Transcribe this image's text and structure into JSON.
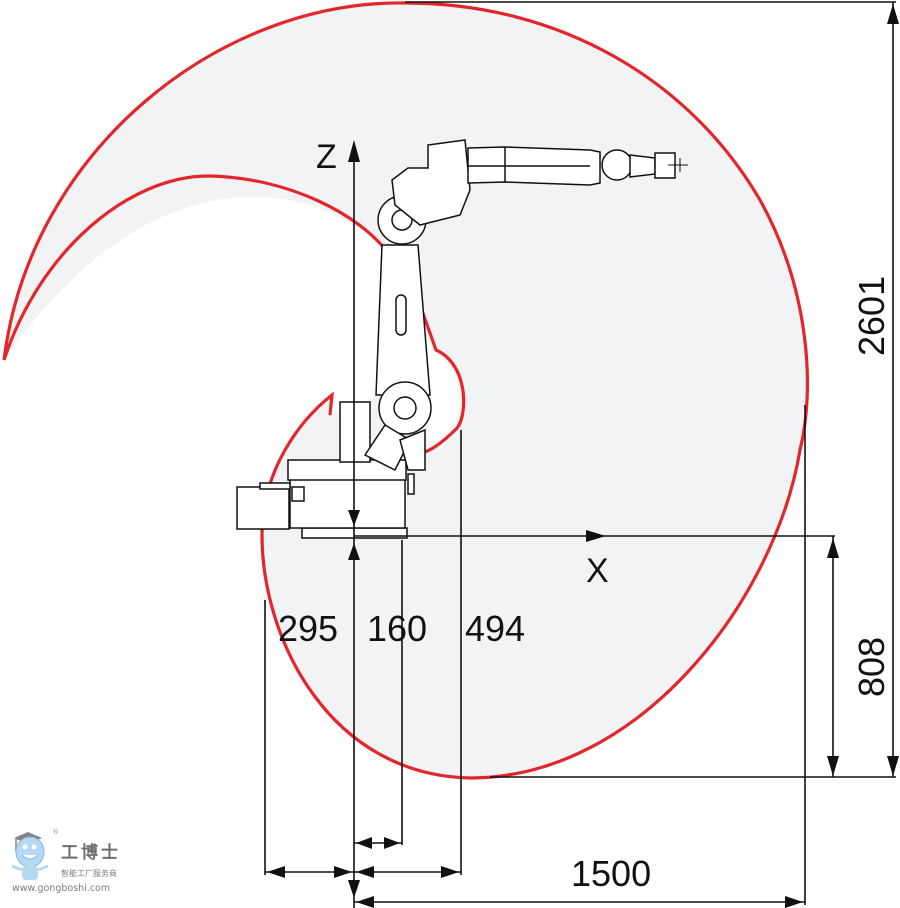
{
  "diagram": {
    "type": "robot-working-range-side-view",
    "colors": {
      "envelope_stroke": "#e3262b",
      "envelope_fill": "#f2f3f5",
      "line": "#111111",
      "background": "#ffffff"
    },
    "axes": {
      "z_label": "Z",
      "x_label": "X"
    },
    "dimensions": {
      "rear_offset": "295",
      "base_offset": "160",
      "inner_reach": "494",
      "horizontal_reach": "1500",
      "max_height": "2601",
      "min_depth": "808"
    }
  },
  "watermark": {
    "brand": "工博士",
    "slogan": "智能工厂服务商",
    "url": "www.gongboshi.com",
    "registered": "®"
  }
}
